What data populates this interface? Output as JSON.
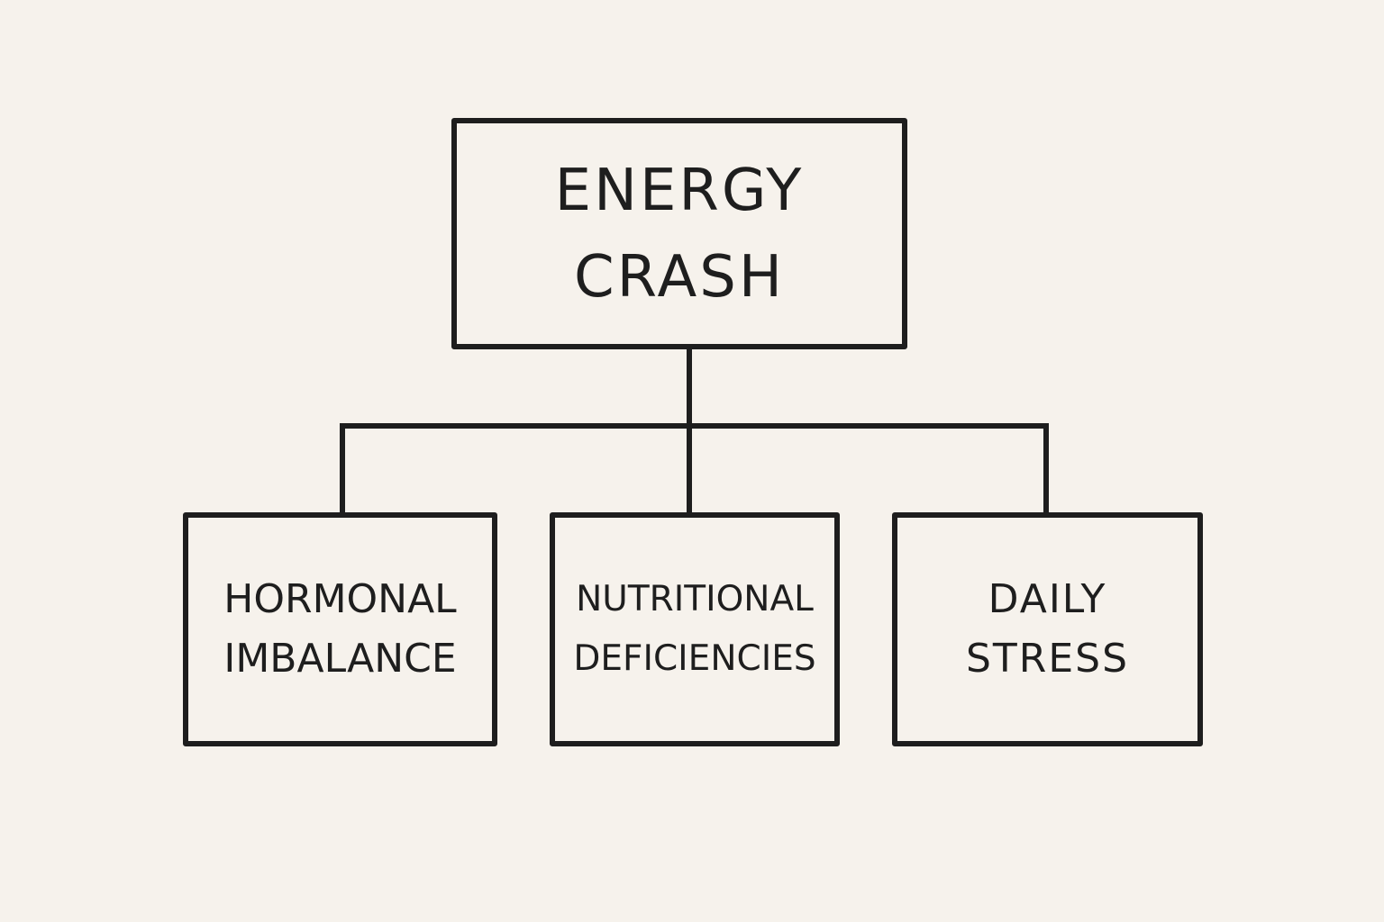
{
  "root": {
    "lines": [
      "ENERGY",
      "CRASH"
    ]
  },
  "children": [
    {
      "lines": [
        "HORMONAL",
        "IMBALANCE"
      ]
    },
    {
      "lines": [
        "NUTRITIONAL",
        "DEFICIENCIES"
      ]
    },
    {
      "lines": [
        "DAILY",
        "STRESS"
      ]
    }
  ]
}
